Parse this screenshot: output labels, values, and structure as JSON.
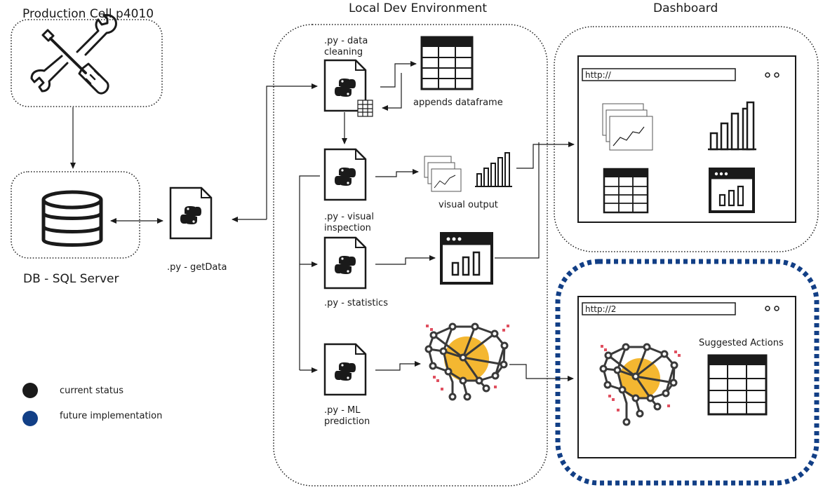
{
  "sections": {
    "production_cell": "Production Cell  p4010",
    "local_dev": "Local Dev Environment",
    "dashboard": "Dashboard"
  },
  "nodes": {
    "db": "DB - SQL Server",
    "get_data": ".py - getData",
    "data_cleaning": ".py - data\ncleaning",
    "appends_dataframe": "appends dataframe",
    "visual_inspection": ".py - visual\ninspection",
    "visual_output": "visual output",
    "statistics": ".py - statistics",
    "ml_prediction": ".py - ML\nprediction",
    "suggested_actions": "Suggested Actions"
  },
  "browsers": {
    "current_url": "http://",
    "future_url": "http://2"
  },
  "legend": [
    {
      "label": "current status",
      "color": "#1a1a1a"
    },
    {
      "label": "future implementation",
      "color": "#123f86"
    }
  ],
  "colors": {
    "line": "#1a1a1a",
    "future_border": "#123f86",
    "brain_highlight": "#f4b731",
    "brain_spark": "#e05060"
  }
}
